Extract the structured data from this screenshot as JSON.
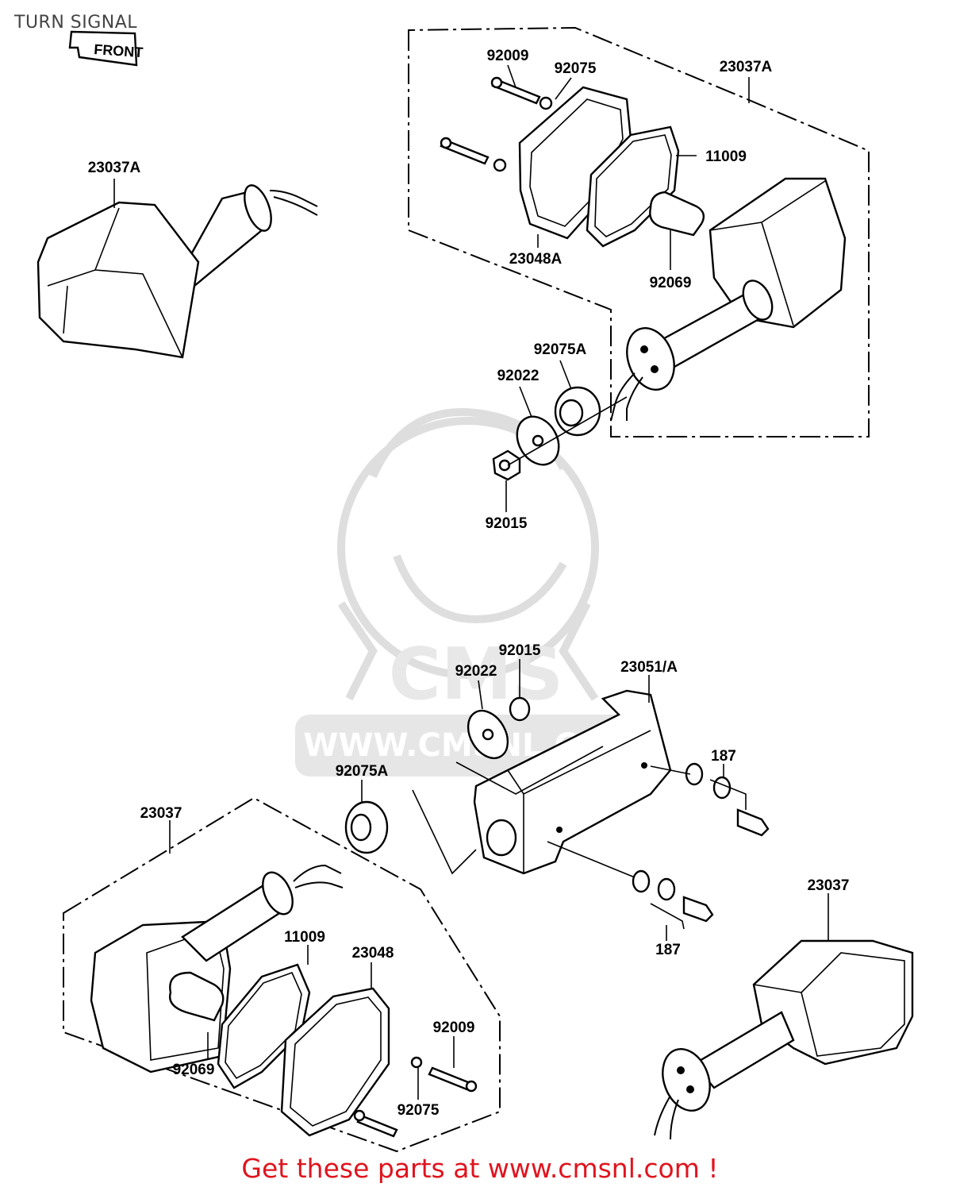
{
  "title": "TURN SIGNAL",
  "front_marker": "FRONT",
  "watermark": {
    "logo_letters": "CMS",
    "url": "WWW.CMSNL.COM"
  },
  "callouts": {
    "c_23037A_top": "23037A",
    "c_23037A_left": "23037A",
    "c_92009_top": "92009",
    "c_92075_top": "92075",
    "c_11009_top": "11009",
    "c_23048A": "23048A",
    "c_92069_top": "92069",
    "c_92075A_top": "92075A",
    "c_92022_top": "92022",
    "c_92015_top": "92015",
    "c_92015_mid": "92015",
    "c_92022_mid": "92022",
    "c_23051A": "23051/A",
    "c_187_upper": "187",
    "c_92075A_mid": "92075A",
    "c_23037_left": "23037",
    "c_187_lower": "187",
    "c_23037_right": "23037",
    "c_11009_bottom": "11009",
    "c_23048": "23048",
    "c_92009_bottom": "92009",
    "c_92069_bottom": "92069",
    "c_92075_bottom": "92075"
  },
  "footer": "Get these parts at www.cmsnl.com !"
}
